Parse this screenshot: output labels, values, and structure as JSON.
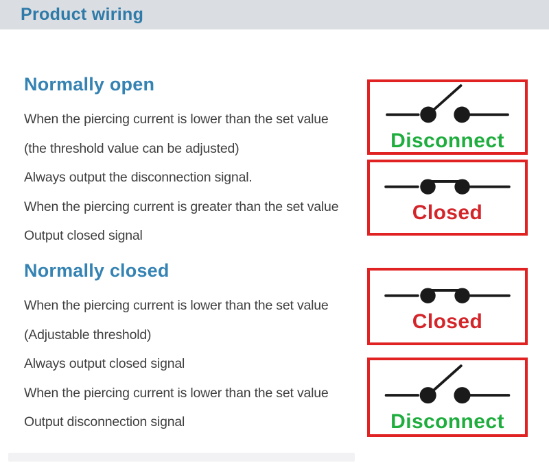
{
  "page": {
    "title": "Product wiring"
  },
  "sections": [
    {
      "heading": "Normally open",
      "lines": [
        "When the piercing current is lower than the set value",
        "(the threshold value can be adjusted)",
        "Always output the disconnection signal.",
        "When the piercing current is greater than the set value",
        "Output closed signal"
      ]
    },
    {
      "heading": "Normally closed",
      "lines": [
        "When the piercing current is lower than the set value",
        "(Adjustable threshold)",
        "Always output closed signal",
        "When the piercing current is lower than the set value",
        "Output disconnection signal"
      ]
    }
  ],
  "diagrams": [
    {
      "type": "open-switch",
      "label": "Disconnect"
    },
    {
      "type": "closed-switch",
      "label": "Closed"
    },
    {
      "type": "closed-switch",
      "label": "Closed"
    },
    {
      "type": "open-switch",
      "label": "Disconnect"
    }
  ],
  "colors": {
    "header_bg": "#dadde1",
    "header_text": "#2e7aa8",
    "section_heading": "#3583b3",
    "body_text": "#3f3f3f",
    "box_border": "#e02222",
    "disconnect_label": "#1fad3e",
    "closed_label": "#d4262a",
    "symbol": "#1a1a1a"
  }
}
